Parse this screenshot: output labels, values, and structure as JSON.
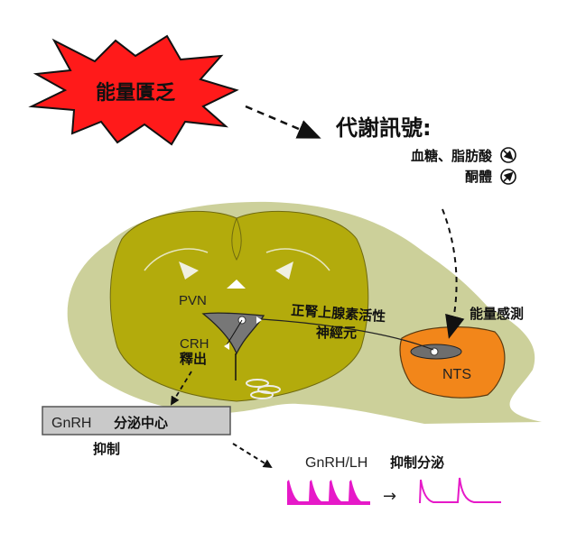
{
  "burst": {
    "label": "能量匱乏",
    "color": "#ff1a1a"
  },
  "signals": {
    "title": "代謝訊號:",
    "items": [
      {
        "label": "血糖、脂肪酸",
        "trend": "decrease"
      },
      {
        "label": "酮體",
        "trend": "increase"
      }
    ]
  },
  "brain": {
    "pvn": "PVN",
    "crh": "CRH",
    "release": "釋出",
    "neuron_line1": "正腎上腺素活性",
    "neuron_line2": "神經元",
    "sensing": "能量感測",
    "nts": "NTS",
    "colors": {
      "background": "#ccd09a",
      "section": "#b3ab0c",
      "nts": "#f2861a"
    }
  },
  "gnrh_box": {
    "name": "GnRH",
    "label": "分泌中心"
  },
  "inhibit": "抑制",
  "output": {
    "name": "GnRH/LH",
    "label": "抑制分泌",
    "color": "#e619c8"
  }
}
